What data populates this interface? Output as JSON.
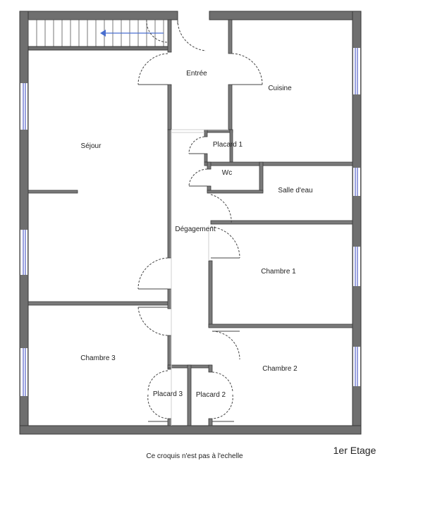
{
  "rooms": {
    "entree": "Entrée",
    "cuisine": "Cuisine",
    "sejour": "Séjour",
    "placard1": "Placard 1",
    "wc": "Wc",
    "salle_eau": "Salle d'eau",
    "degagement": "Dégagement",
    "chambre1": "Chambre 1",
    "chambre3": "Chambre 3",
    "chambre2": "Chambre 2",
    "placard3": "Placard 3",
    "placard2": "Placard 2"
  },
  "caption": "Ce croquis n'est pas à l'echelle",
  "floor_label": "1er Etage",
  "colors": {
    "wall": "#6f6f6f",
    "window": "#5561c8",
    "stair_arrow": "#4a6fd0"
  }
}
